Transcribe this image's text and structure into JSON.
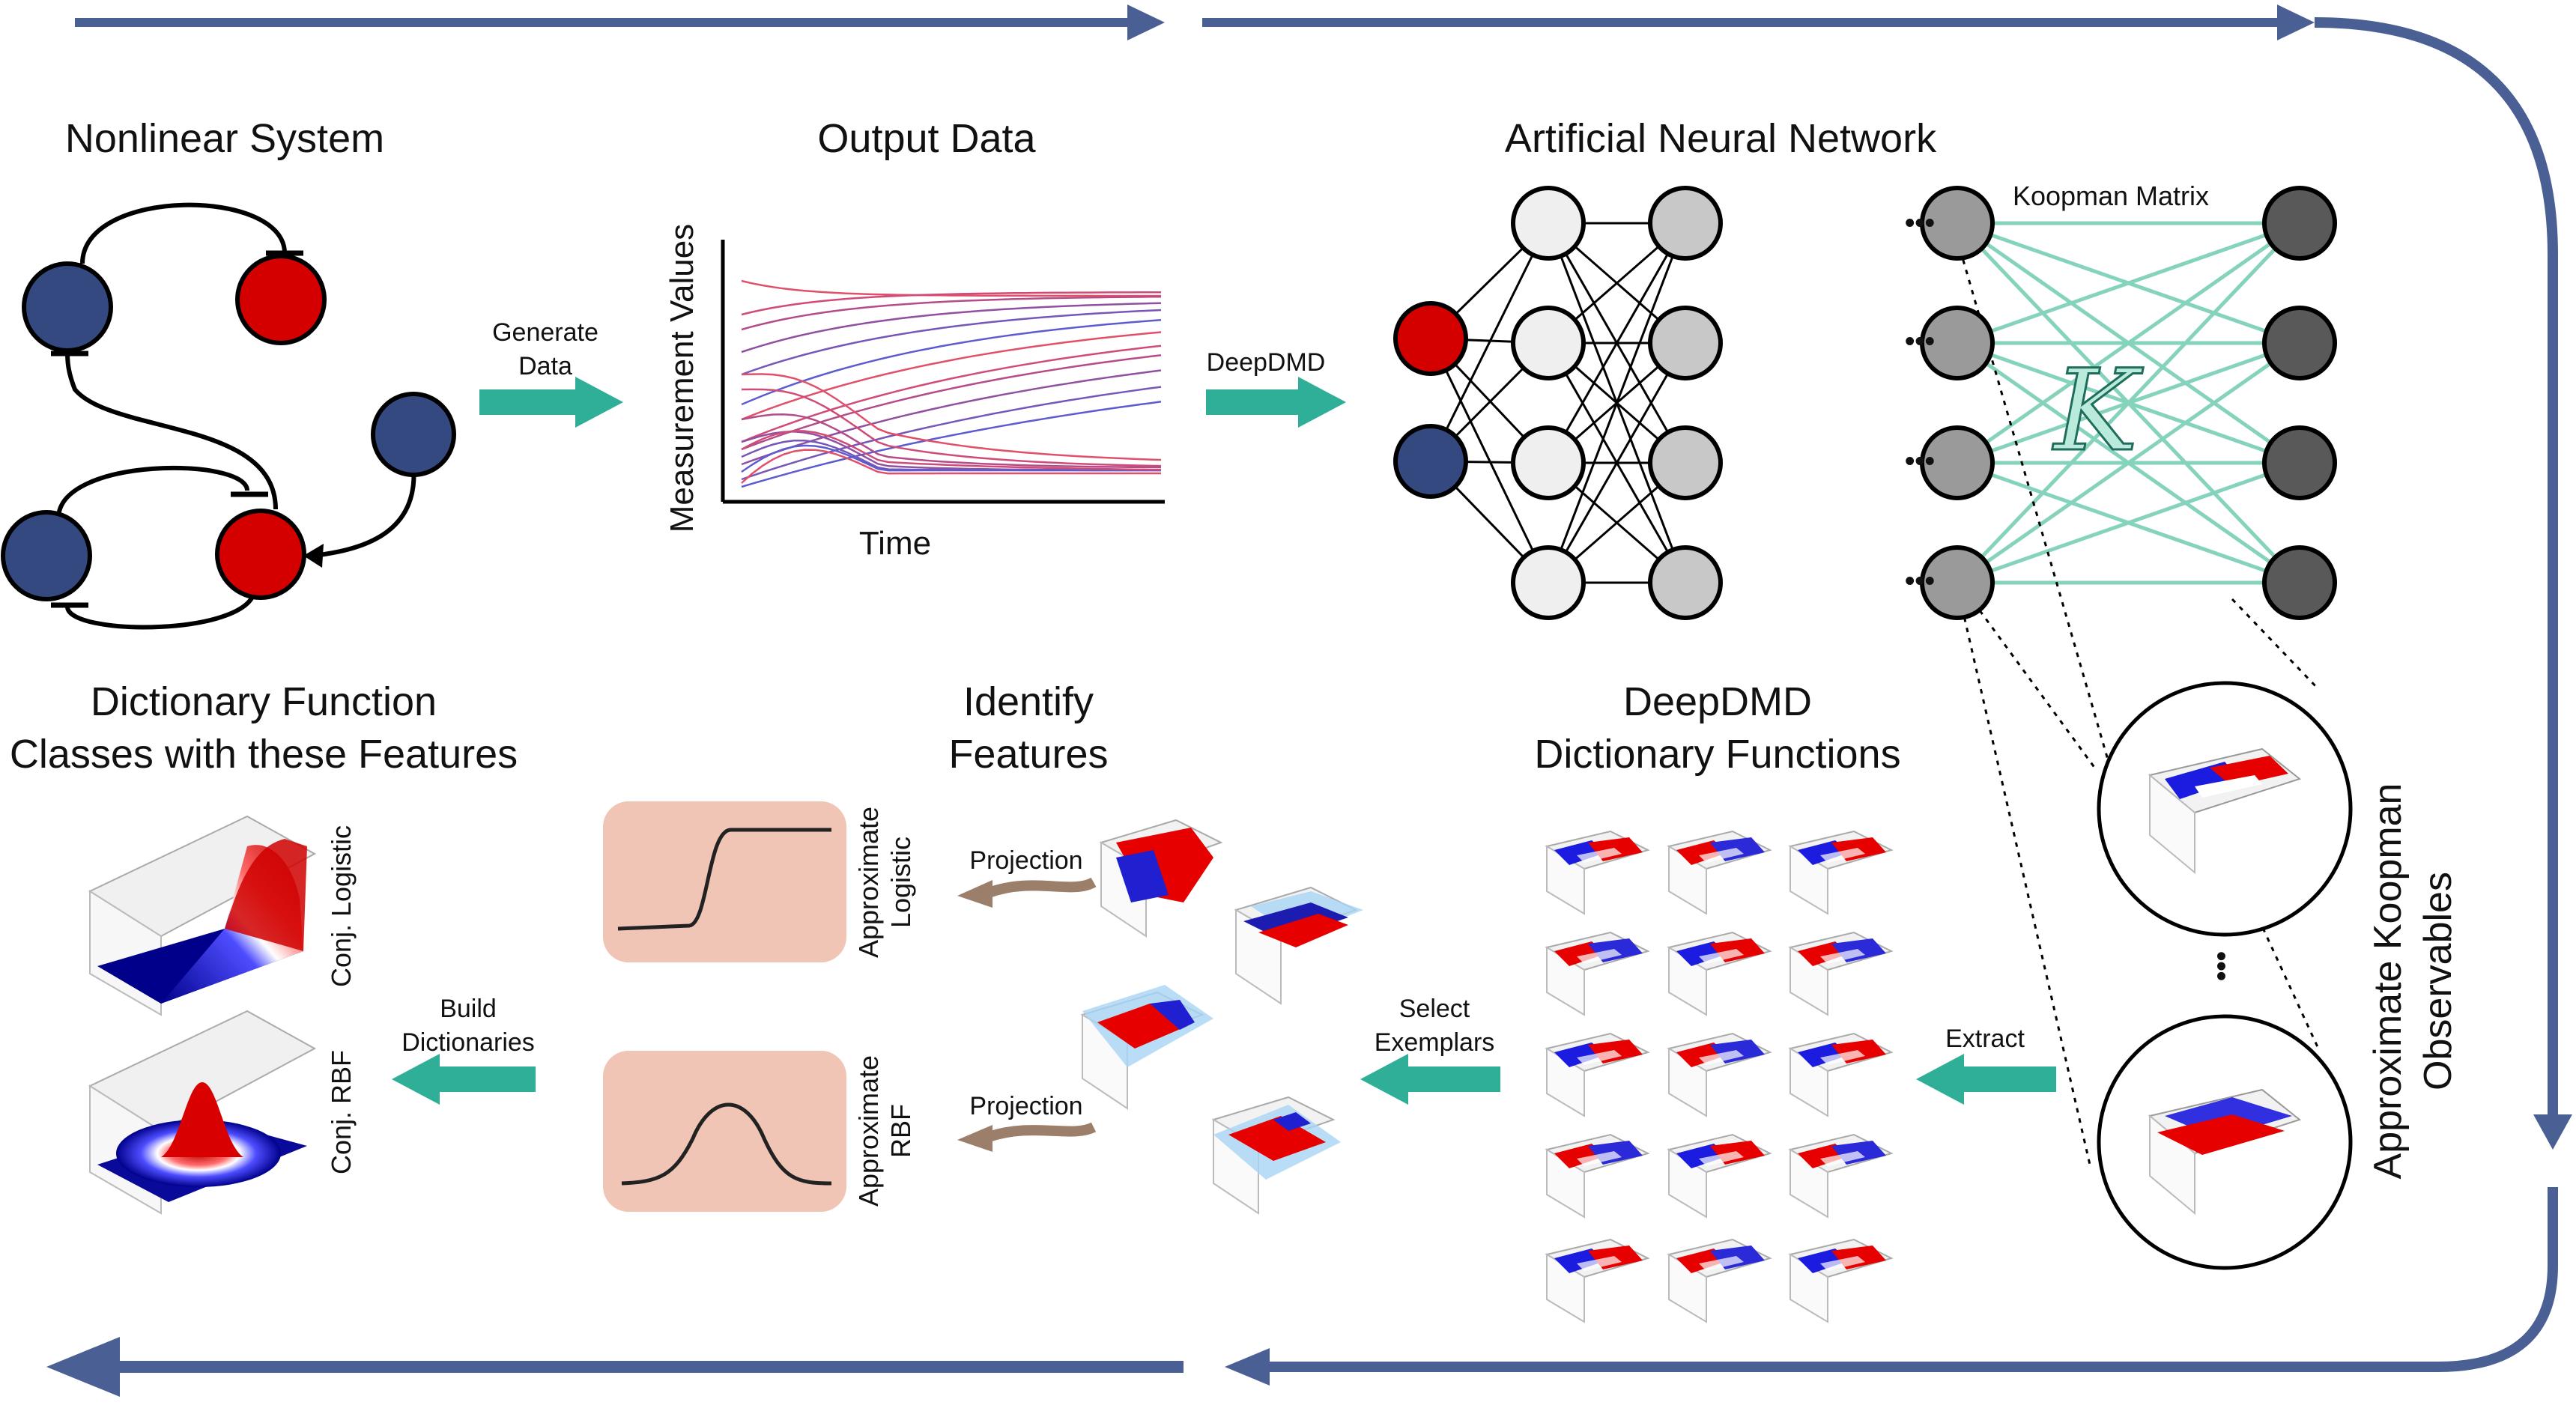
{
  "colors": {
    "flow_arrow": "#4a5f93",
    "step_arrow": "#2fae98",
    "projection_arrow": "#9b7f6a",
    "node_red": "#d40000",
    "node_blue": "#34497f",
    "koopman_edges": "#86d3bd",
    "feature_box": "#f0c5b5"
  },
  "sections": {
    "nonlinear_system": "Nonlinear System",
    "output_data": "Output Data",
    "ann": "Artificial Neural Network",
    "deepdmd_dict_1": "DeepDMD",
    "deepdmd_dict_2": "Dictionary Functions",
    "identify_1": "Identify",
    "identify_2": "Features",
    "classes_1": "Dictionary Function",
    "classes_2": "Classes with these Features"
  },
  "arrows": {
    "generate_1": "Generate",
    "generate_2": "Data",
    "deepdmd": "DeepDMD",
    "extract": "Extract",
    "select_1": "Select",
    "select_2": "Exemplars",
    "build_1": "Build",
    "build_2": "Dictionaries",
    "projection_top": "Projection",
    "projection_bottom": "Projection"
  },
  "plot": {
    "ylabel": "Measurement Values",
    "xlabel": "Time"
  },
  "network": {
    "koopman_label": "Koopman Matrix",
    "k_symbol": "K",
    "ellipsis": "•••"
  },
  "observables": {
    "label_1": "Approximate Koopman",
    "label_2": "Observables"
  },
  "features": {
    "logistic_1": "Approximate",
    "logistic_2": "Logistic",
    "rbf_1": "Approximate",
    "rbf_2": "RBF"
  },
  "classes": {
    "conj_logistic": "Conj. Logistic",
    "conj_rbf": "Conj. RBF"
  },
  "icons": [
    "activation-arrow",
    "inhibition-bar",
    "surface-plot-icon",
    "neuron-node"
  ]
}
